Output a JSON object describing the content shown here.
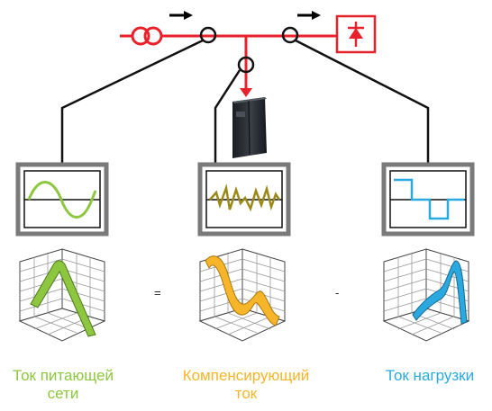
{
  "labels": {
    "supply_current": [
      "Ток питающей",
      "сети"
    ],
    "compensating_current": [
      "Компенсирующий",
      "ток"
    ],
    "load_current": "Ток нагрузки"
  },
  "operators": {
    "equals": "=",
    "minus": "-"
  },
  "colors": {
    "network": "#e8212b",
    "supply": "#8dc63f",
    "compensating": "#f7b52a",
    "load": "#29a9e0",
    "monitor_frame": "#7a7a7a",
    "wires": "#111111"
  }
}
